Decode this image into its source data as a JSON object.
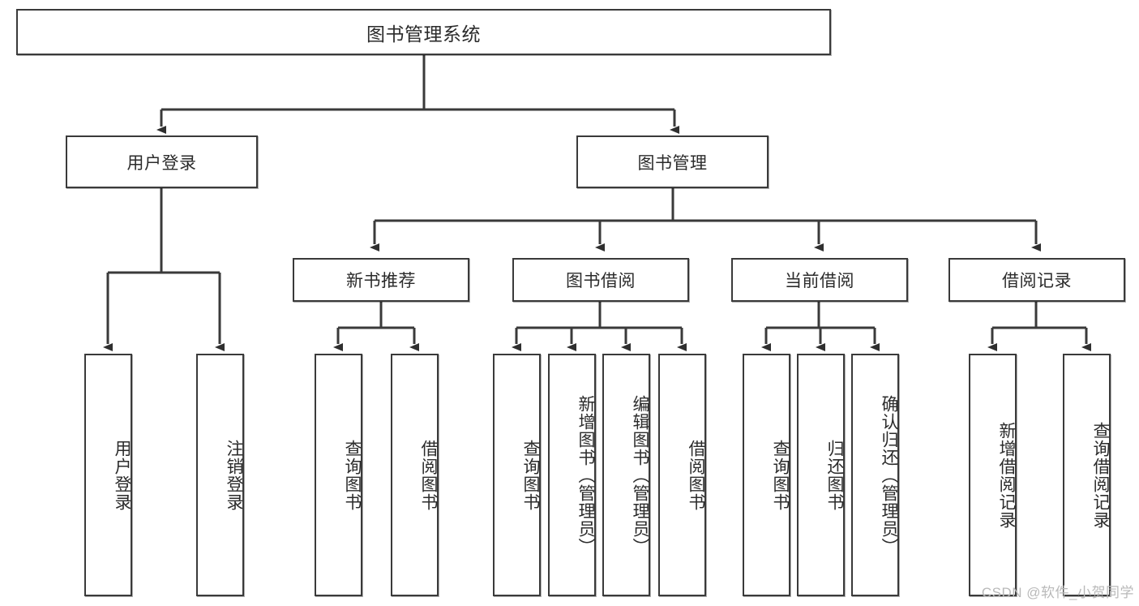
{
  "diagram": {
    "type": "tree-hierarchy",
    "title": "图书管理系统",
    "root": {
      "label": "图书管理系统"
    },
    "level2": [
      {
        "id": "user-login",
        "label": "用户登录"
      },
      {
        "id": "book-management",
        "label": "图书管理"
      }
    ],
    "level3": [
      {
        "id": "new-book-recommend",
        "label": "新书推荐",
        "parent": "book-management"
      },
      {
        "id": "book-borrow",
        "label": "图书借阅",
        "parent": "book-management"
      },
      {
        "id": "current-borrow",
        "label": "当前借阅",
        "parent": "book-management"
      },
      {
        "id": "borrow-record",
        "label": "借阅记录",
        "parent": "book-management"
      }
    ],
    "leaves": [
      {
        "id": "leaf-user-login",
        "label": "用户登录",
        "parent": "user-login"
      },
      {
        "id": "leaf-logout-login",
        "label": "注销登录",
        "parent": "user-login"
      },
      {
        "id": "leaf-query-book-1",
        "label": "查询图书",
        "parent": "new-book-recommend"
      },
      {
        "id": "leaf-borrow-book-1",
        "label": "借阅图书",
        "parent": "new-book-recommend"
      },
      {
        "id": "leaf-query-book-2",
        "label": "查询图书",
        "parent": "book-borrow"
      },
      {
        "id": "leaf-add-book",
        "label": "新增图书（管理员）",
        "parent": "book-borrow"
      },
      {
        "id": "leaf-edit-book",
        "label": "编辑图书（管理员）",
        "parent": "book-borrow"
      },
      {
        "id": "leaf-borrow-book-2",
        "label": "借阅图书",
        "parent": "book-borrow"
      },
      {
        "id": "leaf-query-book-3",
        "label": "查询图书",
        "parent": "current-borrow"
      },
      {
        "id": "leaf-return-book",
        "label": "归还图书",
        "parent": "current-borrow"
      },
      {
        "id": "leaf-confirm-return",
        "label": "确认归还（管理员）",
        "parent": "current-borrow"
      },
      {
        "id": "leaf-add-borrow-record",
        "label": "新增借阅记录",
        "parent": "borrow-record"
      },
      {
        "id": "leaf-query-borrow-record",
        "label": "查询借阅记录",
        "parent": "borrow-record"
      }
    ],
    "watermark": "CSDN @软件_小贺同学",
    "colors": {
      "stroke": "#3a3a3a",
      "text": "#2b2b2b",
      "background": "#ffffff",
      "watermark": "#b9b9b9"
    }
  }
}
